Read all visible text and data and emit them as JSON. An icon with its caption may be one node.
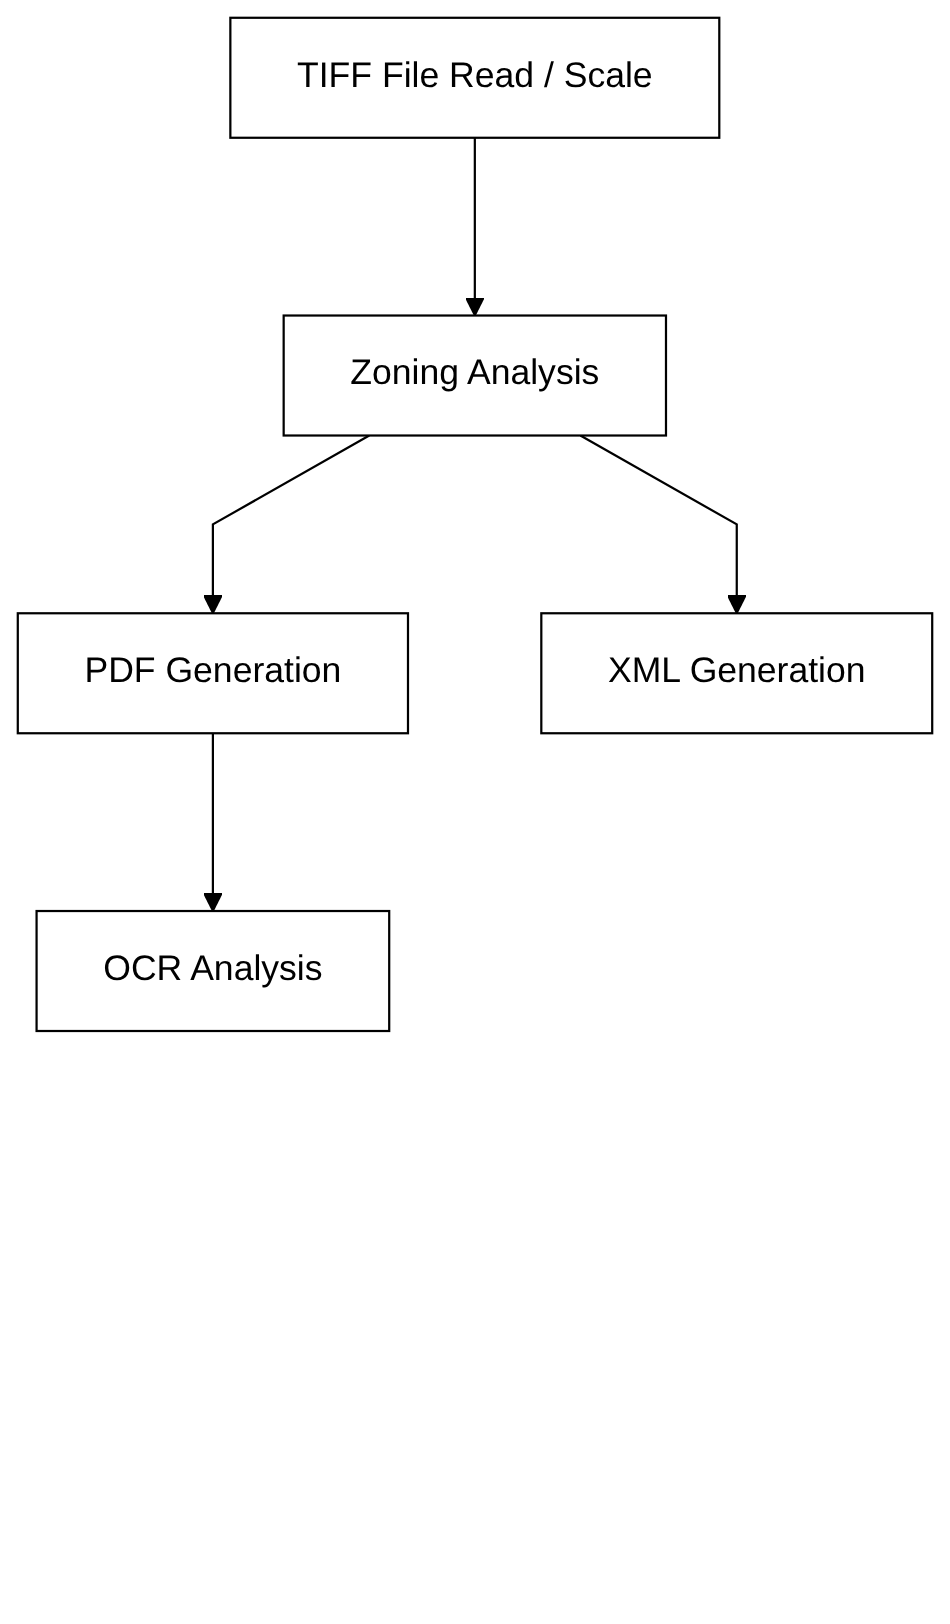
{
  "diagram": {
    "nodes": [
      {
        "text": [
          "TIFF File Read / Scale"
        ]
      },
      {
        "text": [
          "Zoning Analysis"
        ]
      },
      {
        "text": [
          "PDF Generation"
        ]
      },
      {
        "text": [
          "XML Generation"
        ]
      },
      {
        "text": [
          "OCR Analysis"
        ]
      }
    ],
    "edges": [
      {
        "from": 0,
        "to": 1,
        "arrow": "to"
      },
      {
        "from": 1,
        "to": 2,
        "arrow": "to"
      },
      {
        "from": 1,
        "to": 3,
        "arrow": "to"
      },
      {
        "from": 2,
        "to": 4,
        "arrow": "to"
      }
    ]
  }
}
